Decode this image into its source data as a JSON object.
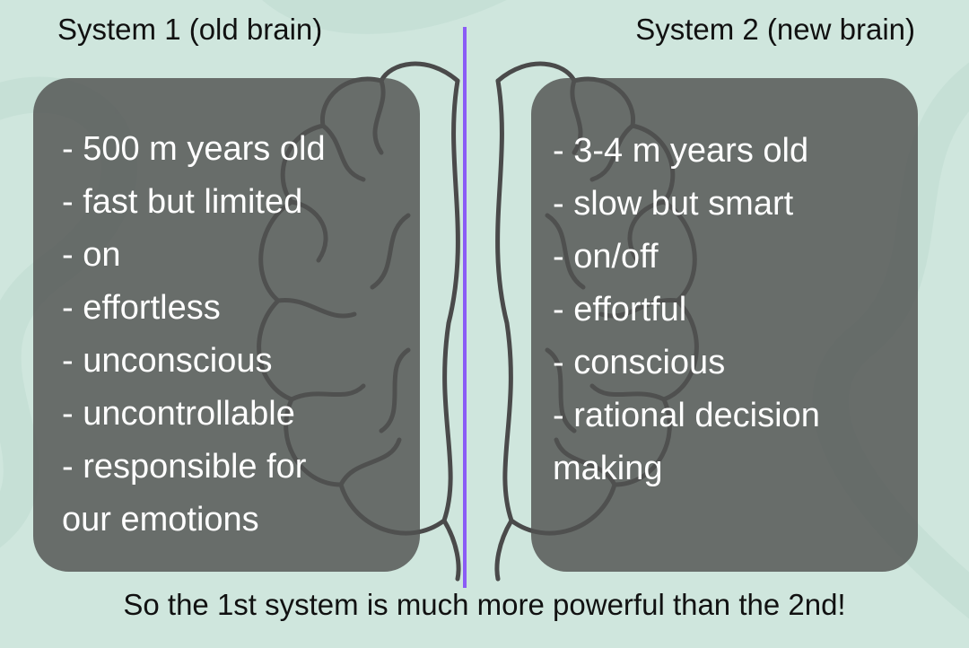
{
  "left": {
    "title": "System 1 (old brain)",
    "items": [
      "- 500 m years old",
      "- fast but limited",
      "- on",
      "- effortless",
      "- unconscious",
      "- uncontrollable",
      "- responsible for",
      "our emotions"
    ]
  },
  "right": {
    "title": "System 2 (new brain)",
    "items": [
      "- 3-4 m years old",
      "- slow but smart",
      "- on/off",
      "- effortful",
      "- conscious",
      "- rational decision",
      "making"
    ]
  },
  "footer": "So the 1st system is much more powerful than the 2nd!",
  "colors": {
    "background": "#cfe6dd",
    "box": "#505250",
    "divider": "#8b5cf6",
    "text": "#ffffff"
  }
}
